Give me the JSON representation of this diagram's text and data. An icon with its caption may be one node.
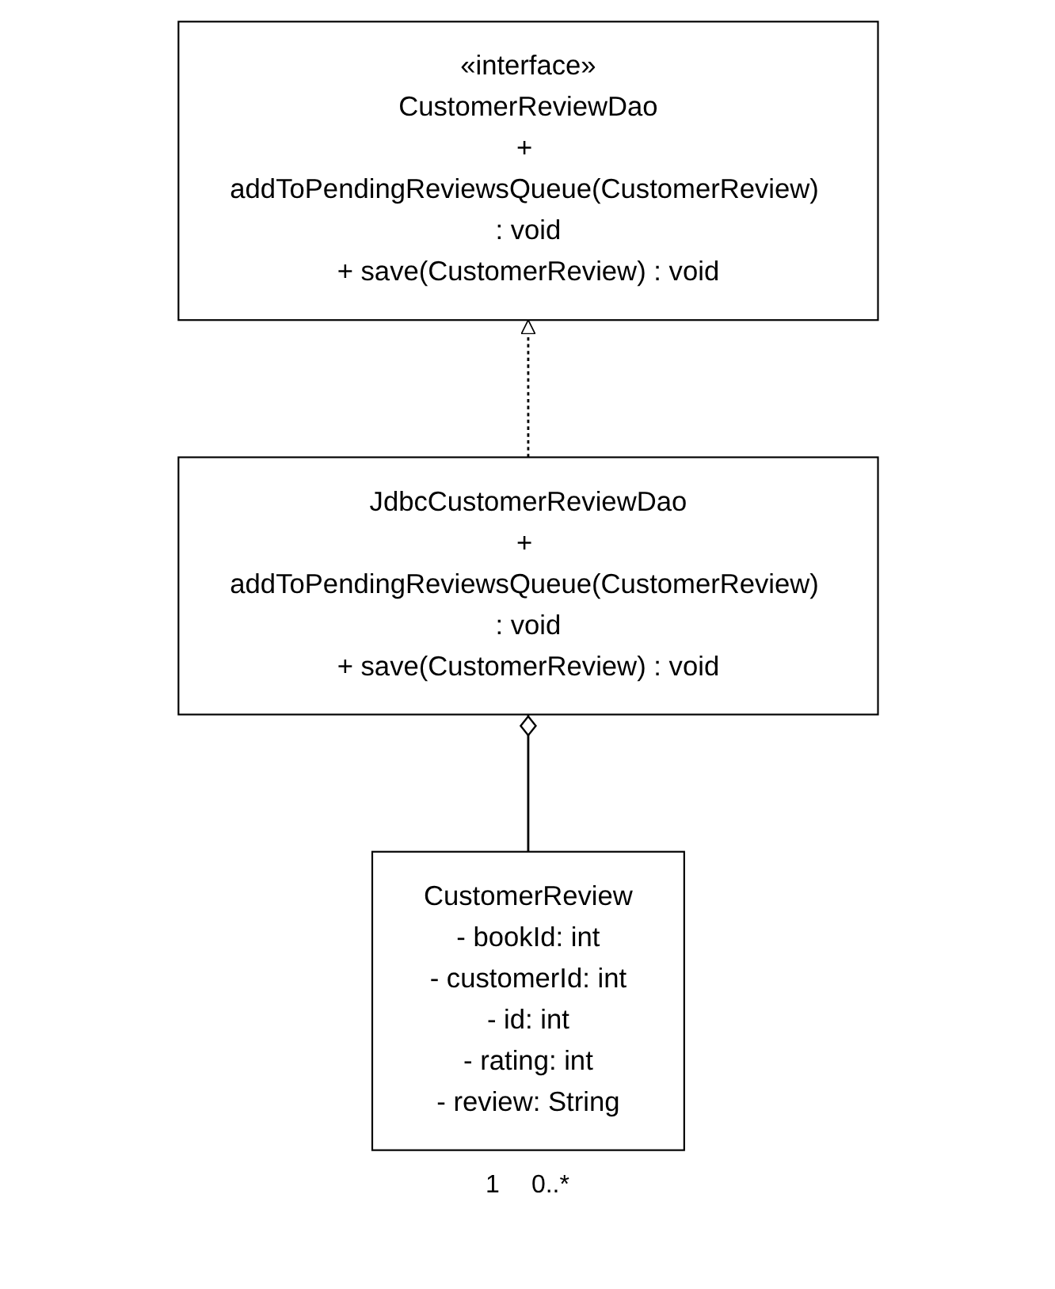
{
  "diagram": {
    "nodes": [
      {
        "text": [
          "«interface»",
          "CustomerReviewDao",
          "+ addToPendingReviewsQueue(CustomerReview) : void",
          "+ save(CustomerReview) : void"
        ]
      },
      {
        "text": [
          "JdbcCustomerReviewDao",
          "+ addToPendingReviewsQueue(CustomerReview) : void",
          "+ save(CustomerReview) : void"
        ]
      },
      {
        "text": [
          "CustomerReview",
          "- bookId: int",
          "- customerId: int",
          "- id: int",
          "- rating: int",
          "- review: String"
        ]
      }
    ],
    "edges": [
      {
        "from": 1,
        "to": 0,
        "arrow": "to",
        "style": "dashed"
      },
      {
        "from": 1,
        "to": 2,
        "arrow": "other"
      }
    ],
    "labels": [
      "1",
      "0..*"
    ]
  }
}
